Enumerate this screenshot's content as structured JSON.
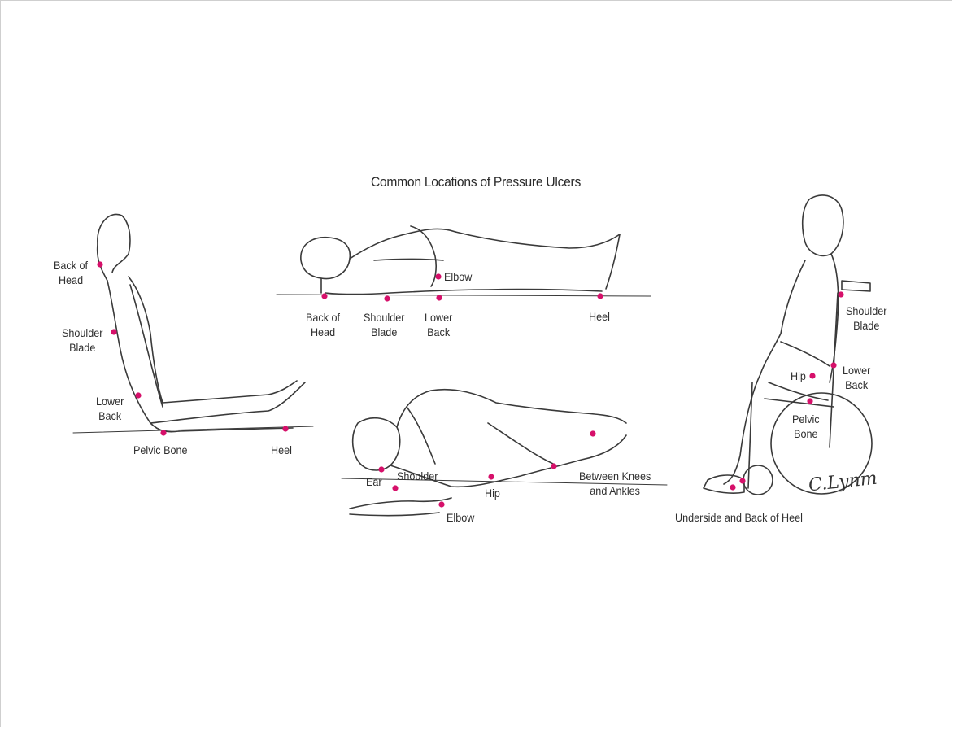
{
  "title": "Common Locations of Pressure Ulcers",
  "colors": {
    "marker": "#d6106a",
    "line": "#3a3a3a",
    "label": "#2f2f2f"
  },
  "figures": {
    "reclining": {
      "back_of_head": [
        "Back of",
        "Head"
      ],
      "shoulder_blade": [
        "Shoulder",
        "Blade"
      ],
      "lower_back": [
        "Lower",
        "Back"
      ],
      "pelvic_bone": "Pelvic Bone",
      "heel": "Heel"
    },
    "supine": {
      "back_of_head": [
        "Back of",
        "Head"
      ],
      "shoulder_blade": [
        "Shoulder",
        "Blade"
      ],
      "lower_back": [
        "Lower",
        "Back"
      ],
      "elbow": "Elbow",
      "heel": "Heel"
    },
    "side_lying": {
      "ear": "Ear",
      "shoulder": "Shoulder",
      "elbow": "Elbow",
      "hip": "Hip",
      "knees_ankles": [
        "Between Knees",
        "and Ankles"
      ]
    },
    "wheelchair": {
      "shoulder_blade": [
        "Shoulder",
        "Blade"
      ],
      "hip": "Hip",
      "lower_back": [
        "Lower",
        "Back"
      ],
      "pelvic_bone": [
        "Pelvic",
        "Bone"
      ],
      "heel": "Underside and Back of Heel"
    }
  },
  "signature": "C.Lynm"
}
